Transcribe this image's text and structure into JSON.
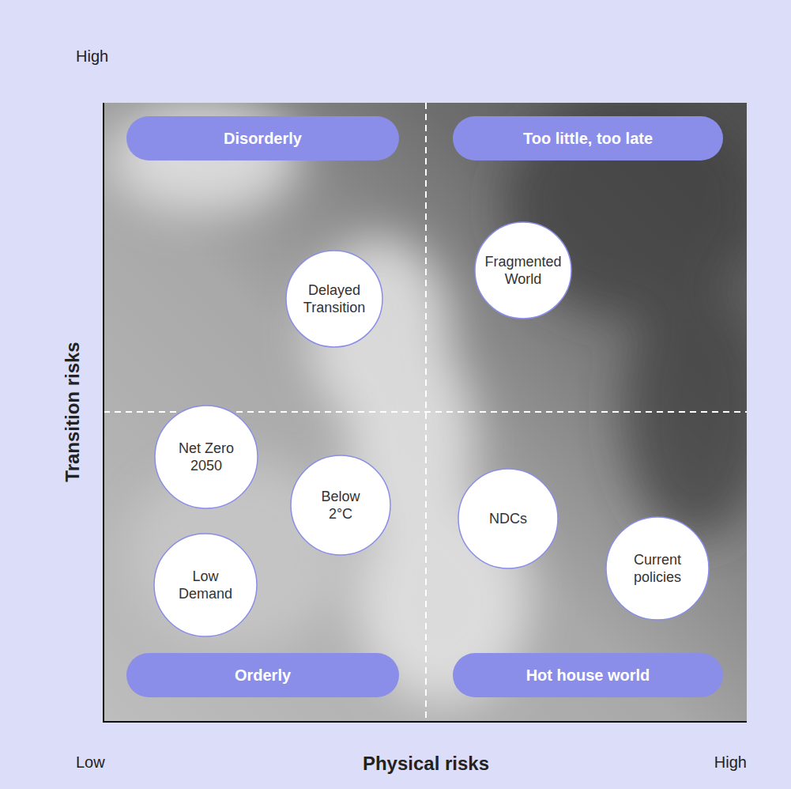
{
  "diagram": {
    "nodes": [
      {
        "text": [
          "Disorderly"
        ]
      },
      {
        "text": [
          "Too little, too late"
        ]
      },
      {
        "text": [
          "Fragmented World"
        ]
      },
      {
        "text": [
          "Delayed Transition"
        ]
      },
      {
        "text": [
          "Net Zero 2050"
        ]
      },
      {
        "text": [
          "Below 2°C"
        ]
      },
      {
        "text": [
          "NDCs"
        ]
      },
      {
        "text": [
          "Current policies"
        ]
      },
      {
        "text": [
          "Low Demand"
        ]
      },
      {
        "text": [
          "Orderly"
        ]
      },
      {
        "text": [
          "Hot house world"
        ]
      }
    ],
    "labels": [
      "High",
      "Transition risks",
      "Low",
      "Physical risks",
      "High"
    ]
  }
}
